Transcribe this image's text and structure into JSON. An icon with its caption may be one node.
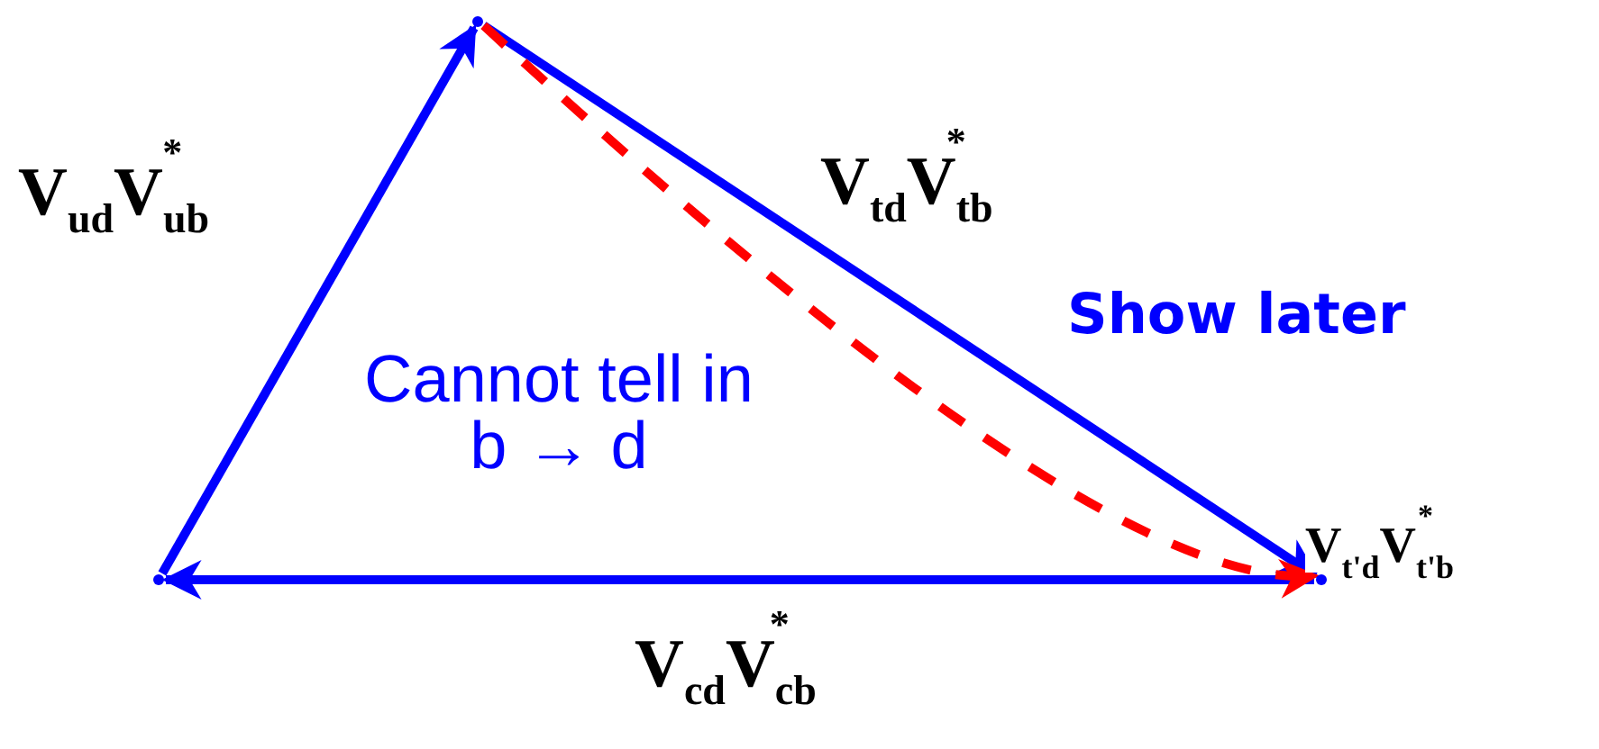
{
  "diagram": {
    "nodes": [
      {
        "text": [],
        "shape": "point"
      },
      {
        "text": [],
        "shape": "point"
      },
      {
        "text": [],
        "shape": "point"
      }
    ],
    "edges": [
      {
        "from": 1,
        "to": 0,
        "arrow": "to",
        "label": "V$_{ud}$V$_{ub}$$^{*}$"
      },
      {
        "from": 0,
        "to": 2,
        "arrow": "to",
        "label": "V$_{td}$V$_{tb}$$^{*}$"
      },
      {
        "from": 2,
        "to": 1,
        "arrow": "to",
        "label": "V$_{cd}$V$_{cb}$$^{*}$"
      },
      {
        "from": 0,
        "to": 2,
        "arrow": "to",
        "style": "dashed",
        "color": "#ff0000"
      }
    ],
    "labels": [
      "V$_{t'd}$V$_{t'b}$$^{*}$",
      "Show later",
      "Cannot tell in b → d"
    ]
  }
}
